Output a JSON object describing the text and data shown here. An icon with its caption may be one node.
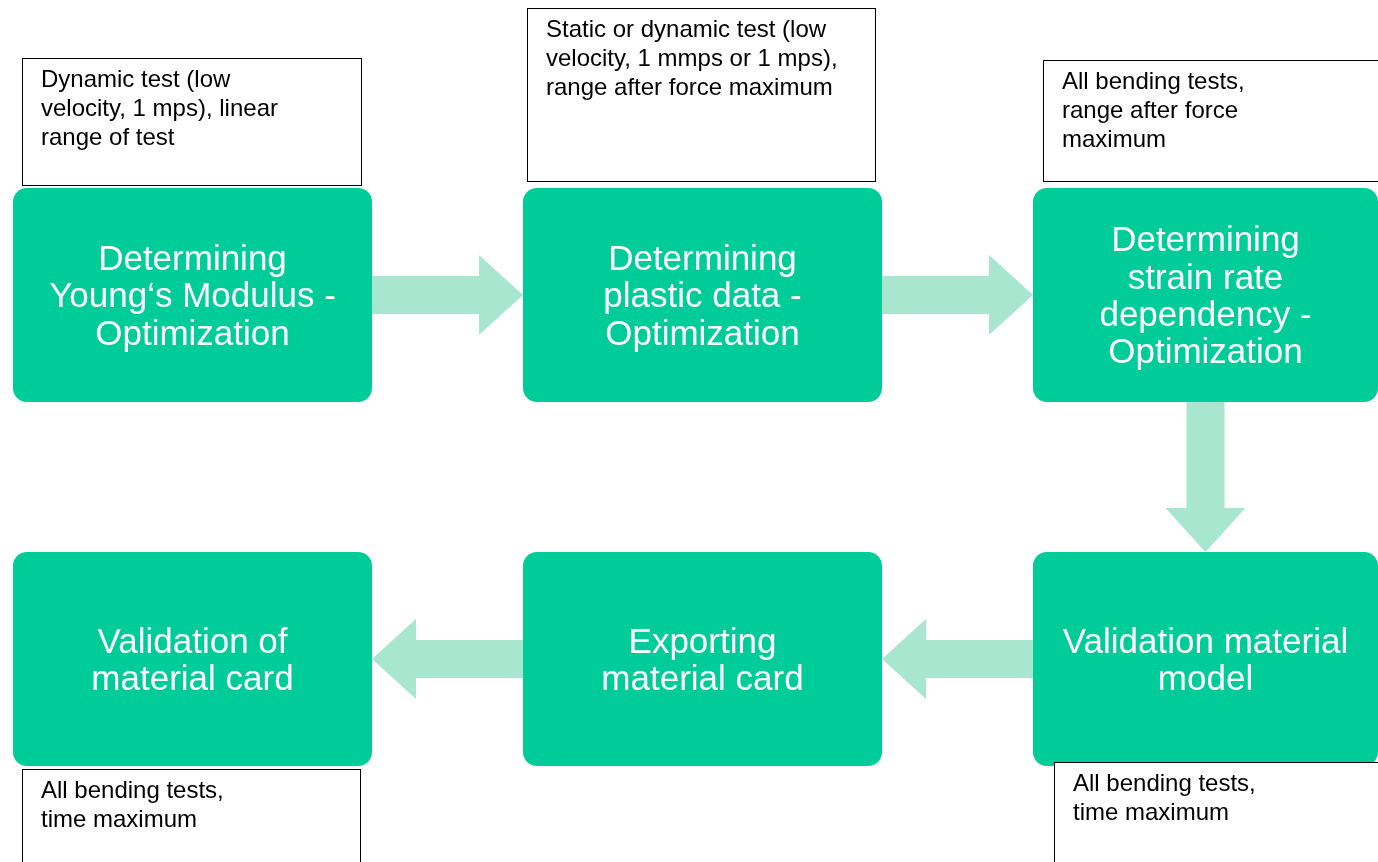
{
  "diagram": {
    "nodes": [
      {
        "text": [
          "Dynamic test (low velocity, 1 mps), linear range of test"
        ]
      },
      {
        "text": [
          "Static or dynamic test (low velocity, 1 mmps or 1 mps), range after force maximum"
        ]
      },
      {
        "text": [
          "All bending tests, range after force maximum"
        ]
      },
      {
        "text": [
          "Determining Young‘s Modulus - Optimization"
        ]
      },
      {
        "text": [
          "Determining plastic data - Optimization"
        ]
      },
      {
        "text": [
          "Determining strain rate dependency - Optimization"
        ]
      },
      {
        "text": [
          "Validation of material card"
        ]
      },
      {
        "text": [
          "Exporting material card"
        ]
      },
      {
        "text": [
          "Validation material model"
        ]
      },
      {
        "text": [
          "All bending tests, time maximum"
        ]
      },
      {
        "text": [
          "All bending tests, time maximum"
        ]
      }
    ],
    "edges": [
      {
        "from": 3,
        "to": 4,
        "arrow": "to"
      },
      {
        "from": 4,
        "to": 5,
        "arrow": "to"
      },
      {
        "from": 5,
        "to": 8,
        "arrow": "to"
      },
      {
        "from": 8,
        "to": 7,
        "arrow": "to"
      },
      {
        "from": 7,
        "to": 6,
        "arrow": "to"
      }
    ]
  }
}
